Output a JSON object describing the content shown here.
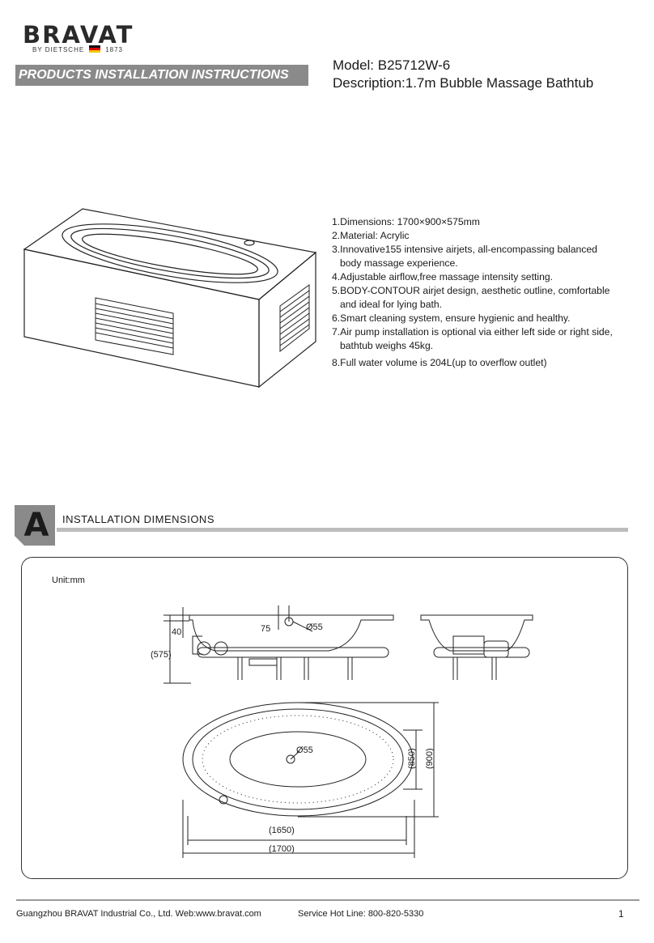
{
  "brand": {
    "name": "BRAVAT",
    "sub_left": "BY DIETSCHE",
    "sub_year": "1873"
  },
  "banner": "PRODUCTS INSTALLATION INSTRUCTIONS",
  "product": {
    "model": "Model: B25712W-6",
    "description": "Description:1.7m Bubble Massage Bathtub"
  },
  "features": [
    {
      "line1": "1.Dimensions: 1700×900×575mm",
      "line2": ""
    },
    {
      "line1": "2.Material: Acrylic",
      "line2": ""
    },
    {
      "line1": "3.Innovative155 intensive airjets, all-encompassing  balanced",
      "line2": "body massage experience."
    },
    {
      "line1": "4.Adjustable airflow,free massage intensity setting.",
      "line2": ""
    },
    {
      "line1": "5.BODY-CONTOUR airjet design, aesthetic outline, comfortable",
      "line2": "and ideal for lying bath."
    },
    {
      "line1": "6.Smart  cleaning system, ensure hygienic and healthy.",
      "line2": ""
    },
    {
      "line1": "7.Air pump installation is optional via either left side or right side,",
      "line2": "bathtub weighs 45kg."
    },
    {
      "line1": "8.Full water volume is 204L(up to overflow outlet)",
      "line2": ""
    }
  ],
  "section": {
    "letter": "A",
    "title": "INSTALLATION  DIMENSIONS"
  },
  "drawing": {
    "unit": "Unit:mm",
    "dim_40": "40",
    "dim_575": "(575)",
    "dim_75": "75",
    "dim_55_side": "Ø55",
    "dim_55_top": "Ø55",
    "dim_850": "(850)",
    "dim_900": "(900)",
    "dim_1650": "(1650)",
    "dim_1700": "(1700)"
  },
  "footer": {
    "company": "Guangzhou BRAVAT Industrial Co., Ltd.   Web:www.bravat.com",
    "hotline": "Service Hot Line: 800-820-5330",
    "page": "1"
  }
}
